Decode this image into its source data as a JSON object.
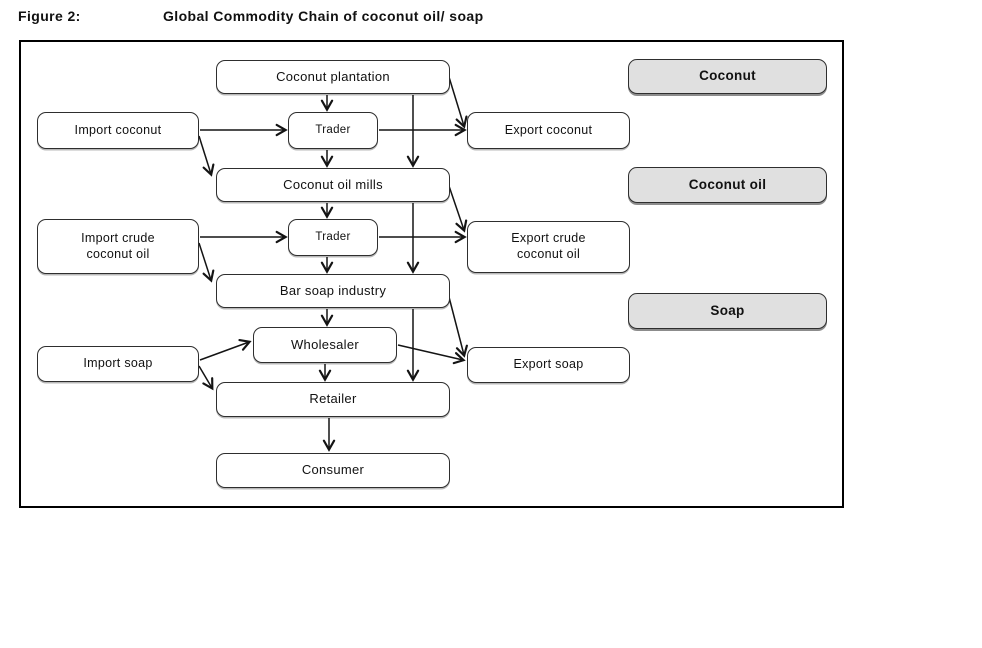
{
  "figure": {
    "label": "Figure 2:",
    "title": "Global Commodity Chain of coconut oil/ soap"
  },
  "nodes": {
    "coconut_plantation": {
      "label": "Coconut plantation"
    },
    "trader_1": {
      "label": "Trader"
    },
    "coconut_oil_mills": {
      "label": "Coconut oil mills"
    },
    "trader_2": {
      "label": "Trader"
    },
    "bar_soap_industry": {
      "label": "Bar soap industry"
    },
    "wholesaler": {
      "label": "Wholesaler"
    },
    "retailer": {
      "label": "Retailer"
    },
    "consumer": {
      "label": "Consumer"
    },
    "import_coconut": {
      "label": "Import coconut"
    },
    "import_crude_coconut_oil": {
      "label": "Import crude coconut oil"
    },
    "import_soap": {
      "label": "Import soap"
    },
    "export_coconut": {
      "label": "Export coconut"
    },
    "export_crude_coconut_oil": {
      "label": "Export crude coconut oil"
    },
    "export_soap": {
      "label": "Export soap"
    },
    "stage_coconut": {
      "label": "Coconut"
    },
    "stage_coconut_oil": {
      "label": "Coconut oil"
    },
    "stage_soap": {
      "label": "Soap"
    }
  },
  "edges": [
    {
      "from": "coconut_plantation",
      "to": "trader_1"
    },
    {
      "from": "coconut_plantation",
      "to": "coconut_oil_mills"
    },
    {
      "from": "coconut_plantation",
      "to": "export_coconut"
    },
    {
      "from": "import_coconut",
      "to": "trader_1"
    },
    {
      "from": "import_coconut",
      "to": "coconut_oil_mills"
    },
    {
      "from": "trader_1",
      "to": "coconut_oil_mills"
    },
    {
      "from": "trader_1",
      "to": "export_coconut"
    },
    {
      "from": "coconut_oil_mills",
      "to": "trader_2"
    },
    {
      "from": "coconut_oil_mills",
      "to": "bar_soap_industry"
    },
    {
      "from": "coconut_oil_mills",
      "to": "export_crude_coconut_oil"
    },
    {
      "from": "import_crude_coconut_oil",
      "to": "trader_2"
    },
    {
      "from": "import_crude_coconut_oil",
      "to": "bar_soap_industry"
    },
    {
      "from": "trader_2",
      "to": "bar_soap_industry"
    },
    {
      "from": "trader_2",
      "to": "export_crude_coconut_oil"
    },
    {
      "from": "bar_soap_industry",
      "to": "wholesaler"
    },
    {
      "from": "bar_soap_industry",
      "to": "retailer"
    },
    {
      "from": "bar_soap_industry",
      "to": "export_soap"
    },
    {
      "from": "import_soap",
      "to": "wholesaler"
    },
    {
      "from": "import_soap",
      "to": "retailer"
    },
    {
      "from": "wholesaler",
      "to": "retailer"
    },
    {
      "from": "wholesaler",
      "to": "export_soap"
    },
    {
      "from": "retailer",
      "to": "consumer"
    }
  ],
  "colors": {
    "stage_fill": "#e0e0e0",
    "node_fill": "#ffffff",
    "line": "#141414"
  }
}
